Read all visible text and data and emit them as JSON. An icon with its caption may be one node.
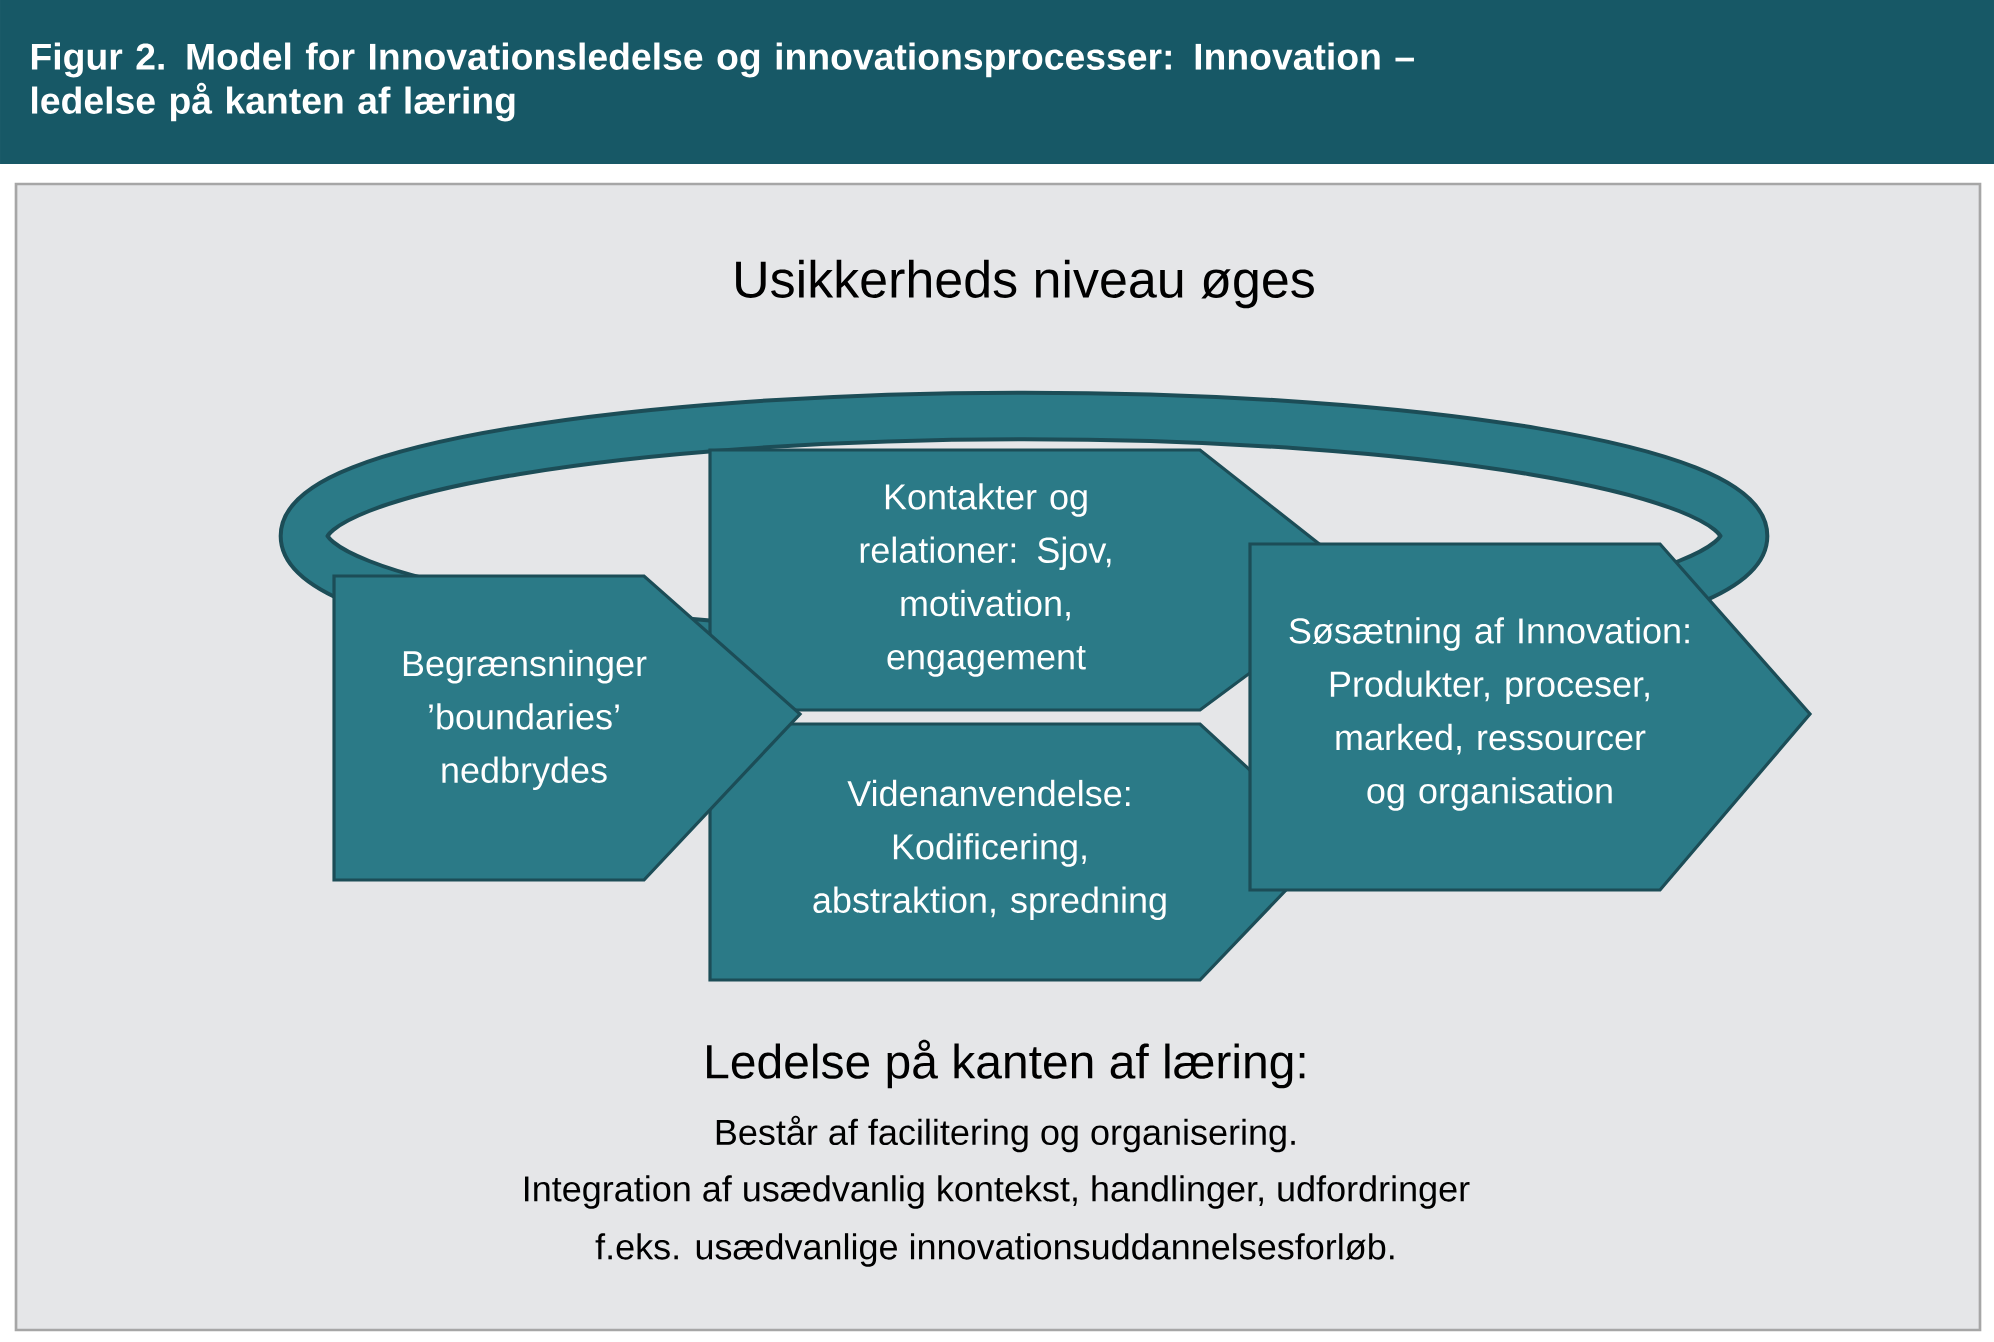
{
  "diagram": {
    "title": "Figur 2. Model for Innovationsledelse og innovationsprocesser: Innovation – ledelse på kanten af læring",
    "nodes": [
      {
        "text": [
          "Begrænsninger ’boundaries’ nedbrydes"
        ]
      },
      {
        "text": [
          "Kontakter og relationer: Sjov, motivation, engagement"
        ]
      },
      {
        "text": [
          "Videnanvendelse: Kodificering, abstraktion, spredning"
        ]
      },
      {
        "text": [
          "Søsætning af Innovation: Produkter, proceser, marked, ressourcer og organisation"
        ]
      }
    ],
    "labels": [
      "Usikkerheds niveau øges",
      "Ledelse på kanten af læring:",
      "Består af facilitering og organisering.",
      "Integration af usædvanlig kontekst, handlinger, udfordringer",
      "f.eks. usædvanlige innovationsuddannelsesforløb."
    ]
  }
}
